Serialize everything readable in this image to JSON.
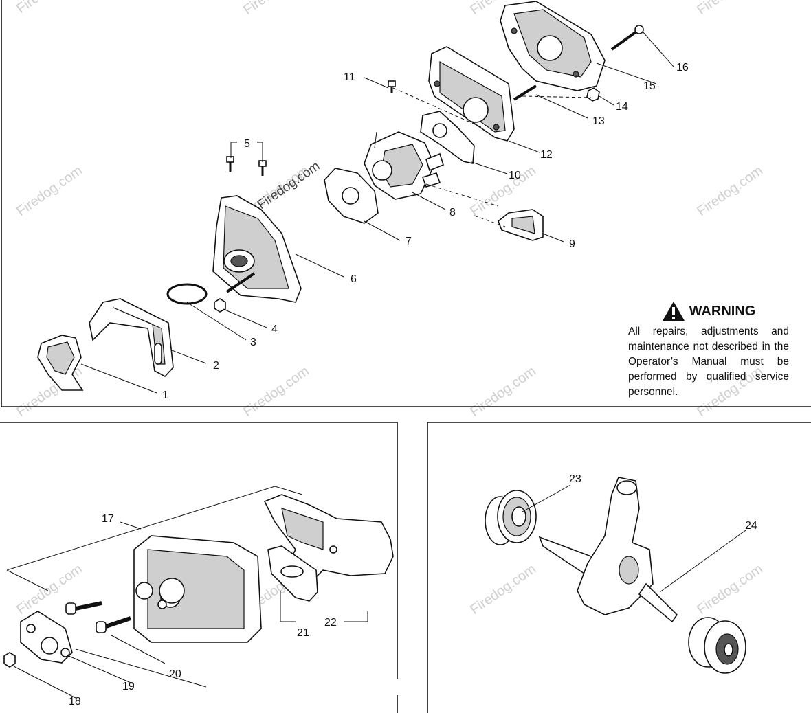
{
  "watermark": "Firedog.com",
  "warning": {
    "title": "WARNING",
    "text": "All repairs, adjustments and maintenance not described in the Operator’s Manual must be performed by qualified service personnel."
  },
  "callouts": [
    "1",
    "2",
    "3",
    "4",
    "5",
    "6",
    "7",
    "8",
    "9",
    "10",
    "11",
    "12",
    "13",
    "14",
    "15",
    "16",
    "17",
    "18",
    "19",
    "20",
    "21",
    "22",
    "23",
    "24"
  ]
}
